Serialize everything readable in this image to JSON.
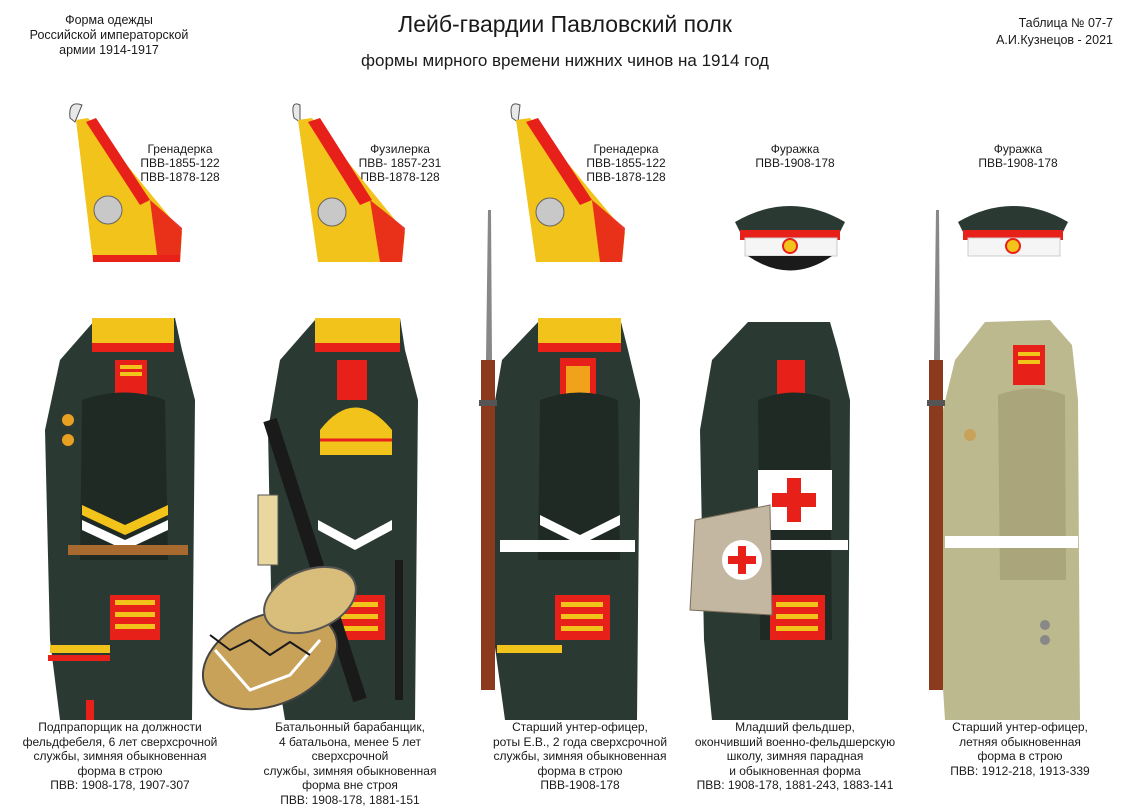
{
  "header": {
    "left_lines": [
      "Форма одежды",
      "Российской императорской",
      "армии  1914-1917"
    ],
    "title": "Лейб-гвардии Павловский полк",
    "subtitle": "формы мирного времени нижних чинов  на 1914 год",
    "right_lines": [
      "Таблица № 07-7",
      "А.И.Кузнецов - 2021"
    ]
  },
  "headgear": [
    {
      "name": "Гренадерка",
      "refs": [
        "ПВВ-1855-122",
        "ПВВ-1878-128"
      ]
    },
    {
      "name": "Фузилерка",
      "refs": [
        "ПВВ- 1857-231",
        "ПВВ-1878-128"
      ]
    },
    {
      "name": "Гренадерка",
      "refs": [
        "ПВВ-1855-122",
        "ПВВ-1878-128"
      ]
    },
    {
      "name": "Фуражка",
      "refs": [
        "ПВВ-1908-178"
      ]
    },
    {
      "name": "Фуражка",
      "refs": [
        "ПВВ-1908-178"
      ]
    }
  ],
  "captions": [
    [
      "Подпрапорщик на должности",
      "фельдфебеля,  6 лет сверхсрочной",
      "службы, зимняя обыкновенная",
      "форма в строю",
      "ПВВ: 1908-178, 1907-307"
    ],
    [
      "Батальонный барабанщик,",
      "4 батальона, менее 5 лет сверхсрочной",
      "службы, зимняя обыкновенная",
      "форма вне строя",
      "ПВВ: 1908-178, 1881-151"
    ],
    [
      "Старший унтер-офицер,",
      "роты Е.В., 2 года сверхсрочной",
      "службы, зимняя обыкновенная",
      "форма в строю",
      "ПВВ-1908-178"
    ],
    [
      "Младший фельдшер,",
      "окончивший военно-фельдшерскую",
      "школу, зимняя парадная",
      "и обыкновенная форма",
      "ПВВ: 1908-178, 1881-243, 1883-141"
    ],
    [
      "Старший унтер-офицер,",
      "летняя обыкновенная",
      "форма в строю",
      "ПВВ: 1912-218, 1913-339"
    ]
  ],
  "colors": {
    "tunic_dark_green": "#2a3a33",
    "summer_khaki": "#bdb98f",
    "gold": "#f2c31a",
    "red": "#e8201a",
    "white": "#ffffff",
    "drum_brass": "#c9a25a",
    "satchel": "#c4b7a2",
    "rifle_wood": "#8b3a1e"
  },
  "icons": [
    "grenadier-mitre-icon",
    "fusilier-mitre-icon",
    "peaked-cap-icon",
    "drum-icon",
    "red-cross-icon",
    "rifle-bayonet-icon"
  ]
}
